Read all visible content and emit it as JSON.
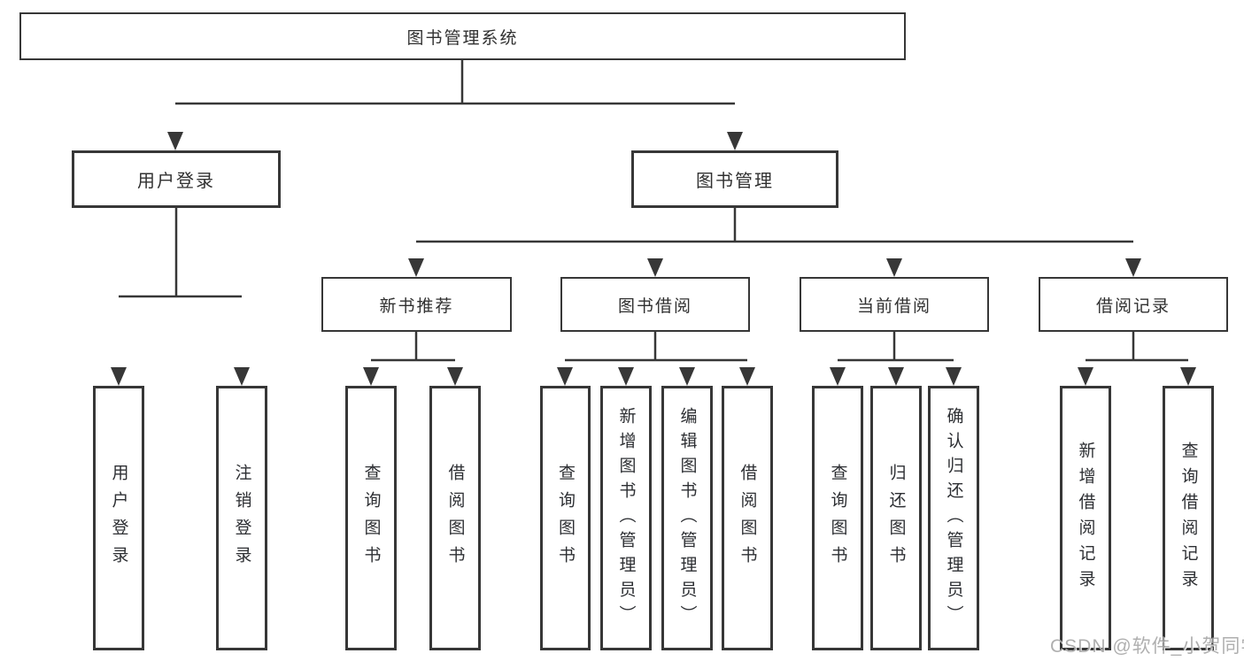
{
  "diagram": {
    "colors": {
      "line": "#373737",
      "box_border": "#373737",
      "text": "#303030",
      "watermark": "#a7a7a7",
      "background": "#ffffff"
    },
    "tree": {
      "root": {
        "label": "图书管理系统"
      },
      "branches": [
        {
          "label": "用户登录",
          "children": [
            {
              "label": "用户登录"
            },
            {
              "label": "注销登录"
            }
          ]
        },
        {
          "label": "图书管理",
          "children": [
            {
              "label": "新书推荐",
              "children": [
                {
                  "label": "查询图书"
                },
                {
                  "label": "借阅图书"
                }
              ]
            },
            {
              "label": "图书借阅",
              "children": [
                {
                  "label": "查询图书"
                },
                {
                  "label": "新增图书（管理员）"
                },
                {
                  "label": "编辑图书（管理员）"
                },
                {
                  "label": "借阅图书"
                }
              ]
            },
            {
              "label": "当前借阅",
              "children": [
                {
                  "label": "查询图书"
                },
                {
                  "label": "归还图书"
                },
                {
                  "label": "确认归还（管理员）"
                }
              ]
            },
            {
              "label": "借阅记录",
              "children": [
                {
                  "label": "新增借阅记录"
                },
                {
                  "label": "查询借阅记录"
                }
              ]
            }
          ]
        }
      ]
    },
    "watermark": {
      "text": "CSDN @软件_小贺同学"
    }
  }
}
